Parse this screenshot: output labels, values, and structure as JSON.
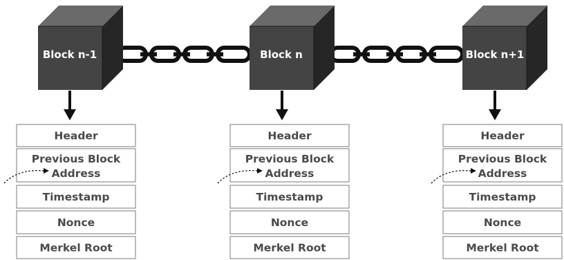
{
  "blocks": [
    {
      "label": "Block n-1",
      "fields": {
        "header": "Header",
        "previous_block_line1": "Previous Block",
        "previous_block_line2": "Address",
        "timestamp": "Timestamp",
        "nonce": "Nonce",
        "merkel_root": "Merkel Root"
      }
    },
    {
      "label": "Block n",
      "fields": {
        "header": "Header",
        "previous_block_line1": "Previous Block",
        "previous_block_line2": "Address",
        "timestamp": "Timestamp",
        "nonce": "Nonce",
        "merkel_root": "Merkel Root"
      }
    },
    {
      "label": "Block n+1",
      "fields": {
        "header": "Header",
        "previous_block_line1": "Previous Block",
        "previous_block_line2": "Address",
        "timestamp": "Timestamp",
        "nonce": "Nonce",
        "merkel_root": "Merkel Root"
      }
    }
  ],
  "colors": {
    "cube_front": "#444444",
    "cube_top": "#6a6a6a",
    "cube_side": "#262626",
    "chain": "#111111",
    "field_text": "#4a4a4a",
    "field_border": "#7a7a7a"
  },
  "icons": {
    "chain_connector": "chain-icon",
    "block_shape": "cube-icon",
    "down_arrow": "arrow-down-icon",
    "pointer": "dashed-curved-arrow-icon"
  }
}
